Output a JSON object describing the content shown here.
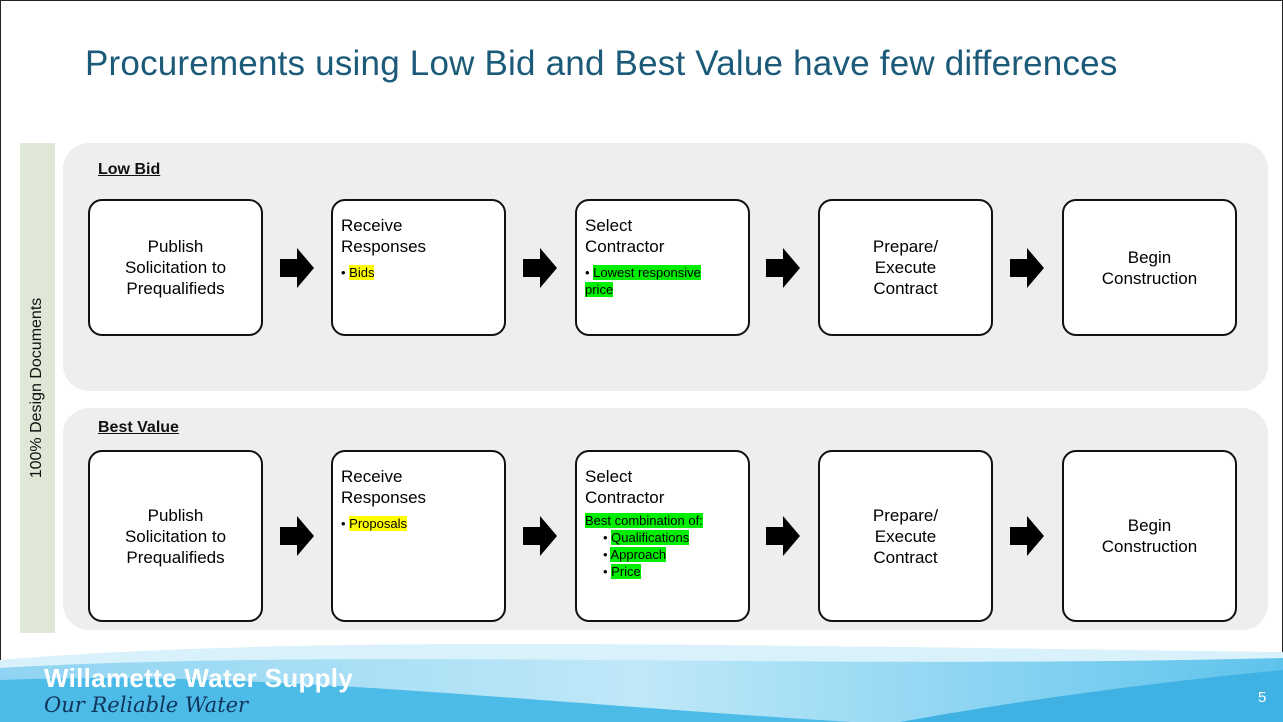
{
  "slide": {
    "title": "Procurements using Low Bid and Best Value have few differences",
    "side_label": "100% Design Documents",
    "page_number": "5"
  },
  "low_bid": {
    "heading": "Low Bid",
    "publish": [
      "Publish",
      "Solicitation to",
      "Prequalifieds"
    ],
    "receive_title": [
      "Receive",
      "Responses"
    ],
    "receive_bullet": "Bids",
    "select_title": [
      "Select",
      "Contractor"
    ],
    "select_bullet_1": "Lowest responsive",
    "select_bullet_2": "price",
    "prepare": [
      "Prepare/",
      "Execute",
      "Contract"
    ],
    "begin": [
      "Begin",
      "Construction"
    ]
  },
  "best_value": {
    "heading": "Best Value",
    "publish": [
      "Publish",
      "Solicitation to",
      "Prequalifieds"
    ],
    "receive_title": [
      "Receive",
      "Responses"
    ],
    "receive_bullet": "Proposals",
    "select_title": [
      "Select",
      "Contractor"
    ],
    "select_intro": "Best combination of:",
    "select_items": [
      "Qualifications",
      "Approach",
      "Price"
    ],
    "prepare": [
      "Prepare/",
      "Execute",
      "Contract"
    ],
    "begin": [
      "Begin",
      "Construction"
    ]
  },
  "footer": {
    "brand_name": "Willamette Water Supply",
    "tagline": "Our Reliable Water"
  },
  "colors": {
    "title": "#1b5a78",
    "side_bar": "#dfe8d6",
    "panel": "#eeeeee",
    "highlight_yellow": "#ffff00",
    "highlight_green": "#00ee00",
    "wave_light": "#a6dff5",
    "wave_dark": "#4cbbe8"
  },
  "icons": {
    "flow_arrow": "right-arrow-icon"
  }
}
